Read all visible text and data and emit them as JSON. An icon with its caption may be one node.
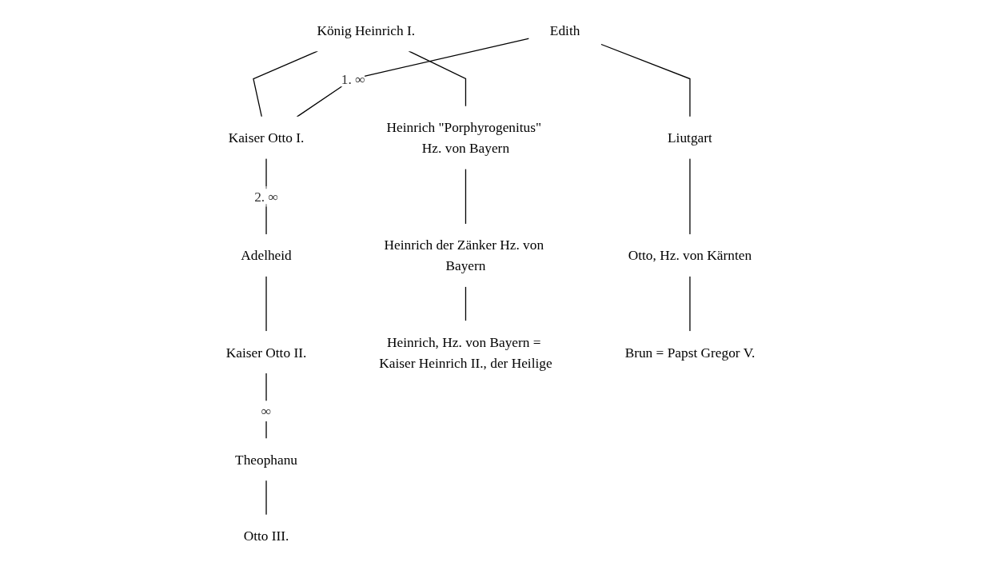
{
  "diagram": {
    "nodes": [
      {
        "text": [
          "König Heinrich I."
        ]
      },
      {
        "text": [
          "Edith"
        ]
      },
      {
        "text": [
          "Kaiser Otto I."
        ]
      },
      {
        "text": [
          "Adelheid"
        ]
      },
      {
        "text": [
          "Heinrich \"Porphyrogenitus\" Hz. von Bayern"
        ]
      },
      {
        "text": [
          "Liutgart"
        ]
      },
      {
        "text": [
          "Kaiser Otto II."
        ]
      },
      {
        "text": [
          "Theophanu"
        ]
      },
      {
        "text": [
          "Heinrich der Zänker Hz. von Bayern"
        ]
      },
      {
        "text": [
          "Otto, Hz. von Kärnten"
        ]
      },
      {
        "text": [
          "Otto III."
        ]
      },
      {
        "text": [
          "Heinrich, Hz. von Bayern = Kaiser Heinrich II., der Heilige"
        ]
      },
      {
        "text": [
          "Brun = Papst Gregor V."
        ]
      }
    ],
    "edges": [
      {
        "from": 0,
        "to": 2,
        "arrow": "none"
      },
      {
        "from": 0,
        "to": 4,
        "arrow": "none"
      },
      {
        "from": 1,
        "to": 2,
        "arrow": "none",
        "label": "1. ∞"
      },
      {
        "from": 2,
        "to": 3,
        "arrow": "none",
        "label": "2. ∞"
      },
      {
        "from": 1,
        "to": 5,
        "arrow": "none"
      },
      {
        "from": 3,
        "to": 6,
        "arrow": "none"
      },
      {
        "from": 6,
        "to": 7,
        "arrow": "none",
        "label": "∞"
      },
      {
        "from": 4,
        "to": 8,
        "arrow": "none"
      },
      {
        "from": 5,
        "to": 9,
        "arrow": "none"
      },
      {
        "from": 7,
        "to": 10,
        "arrow": "none"
      },
      {
        "from": 8,
        "to": 11,
        "arrow": "none"
      },
      {
        "from": 9,
        "to": 12,
        "arrow": "none"
      }
    ]
  }
}
